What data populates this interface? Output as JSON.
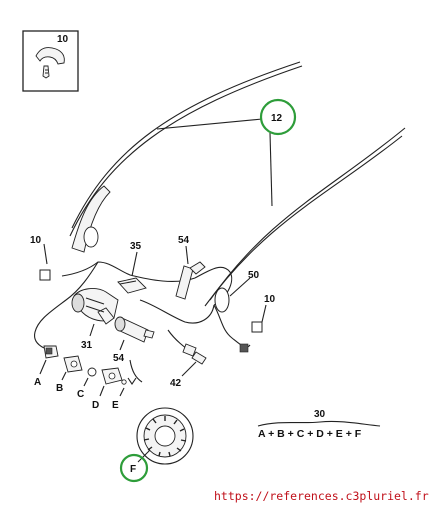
{
  "labels": {
    "inset_ref": "10",
    "ref_12": "12",
    "ref_10_left": "10",
    "ref_35": "35",
    "ref_54_top": "54",
    "ref_50": "50",
    "ref_10_right": "10",
    "ref_31": "31",
    "ref_54_mid": "54",
    "ref_42": "42",
    "ref_A": "A",
    "ref_B": "B",
    "ref_C": "C",
    "ref_D": "D",
    "ref_E": "E",
    "ref_F": "F",
    "ref_30": "30"
  },
  "kit_formula": "A + B + C + D + E + F",
  "source_url": "https://references.c3pluriel.fr",
  "colors": {
    "highlight_circle": "#2e9d3a",
    "url_text": "#c0101a",
    "line": "#222222"
  }
}
